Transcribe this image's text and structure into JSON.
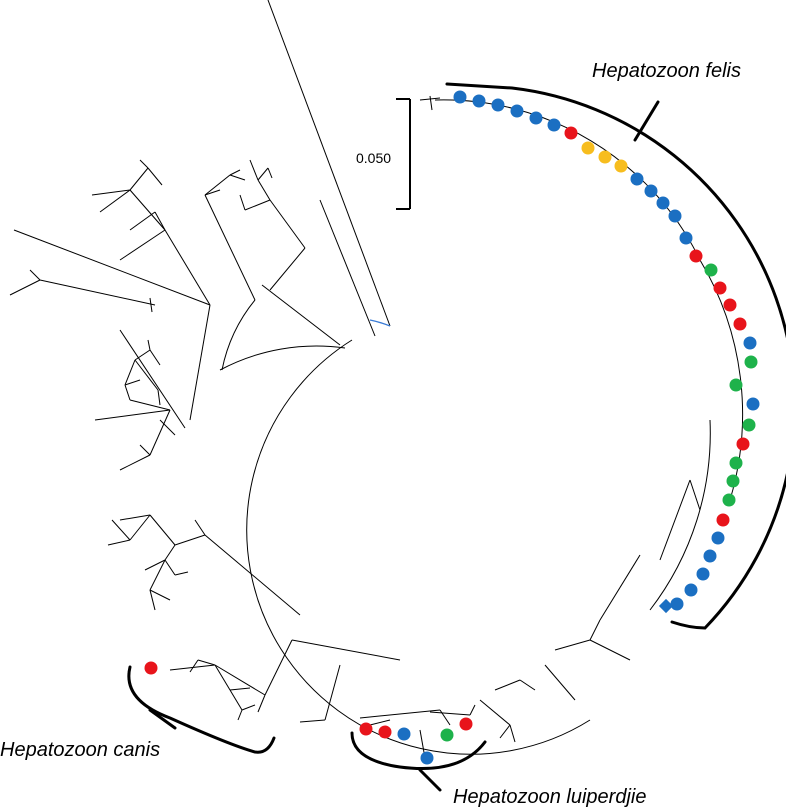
{
  "clades": {
    "felis": "Hepatozoon felis",
    "canis": "Hepatozoon canis",
    "luiperdjie": "Hepatozoon luiperdjie"
  },
  "scale_bar": {
    "label": "0.050"
  },
  "colors": {
    "blue": "#1b6fc2",
    "red": "#e8141b",
    "yellow": "#f7bd1e",
    "green": "#1eb24b",
    "branch": "#000000",
    "highlight_branch": "#3a7bd5"
  },
  "markers": {
    "felis": [
      "blue",
      "blue",
      "blue",
      "blue",
      "blue",
      "blue",
      "red",
      "yellow",
      "yellow",
      "yellow",
      "blue",
      "blue",
      "blue",
      "blue",
      "blue",
      "red",
      "green",
      "red",
      "red",
      "red",
      "blue",
      "green",
      "green",
      "blue",
      "green",
      "red",
      "green",
      "green",
      "green",
      "red",
      "blue",
      "blue",
      "blue",
      "blue",
      "blue",
      "diamond-blue"
    ],
    "canis": [
      "red"
    ],
    "luiperdjie": [
      "red",
      "red",
      "blue",
      "blue",
      "green",
      "red"
    ]
  }
}
